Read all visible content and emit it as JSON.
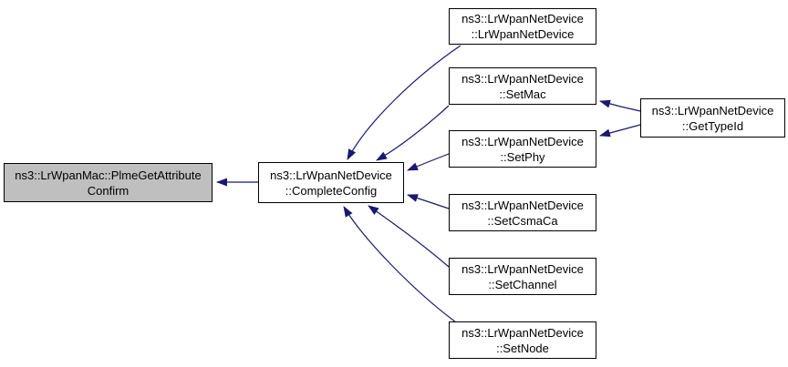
{
  "diagram": {
    "type": "call-graph",
    "background": "#ffffff",
    "edge_color": "#191970",
    "node_border_color": "#000000",
    "node_fill": "#ffffff",
    "highlight_fill": "#bfbfbf",
    "nodes": [
      {
        "id": "plme-get-attribute-confirm",
        "line1": "ns3::LrWpanMac::PlmeGetAttribute",
        "line2": "Confirm",
        "highlighted": true
      },
      {
        "id": "complete-config",
        "line1": "ns3::LrWpanNetDevice",
        "line2": "::CompleteConfig",
        "highlighted": false
      },
      {
        "id": "lrwpan-net-device-constructor",
        "line1": "ns3::LrWpanNetDevice",
        "line2": "::LrWpanNetDevice",
        "highlighted": false
      },
      {
        "id": "set-mac",
        "line1": "ns3::LrWpanNetDevice",
        "line2": "::SetMac",
        "highlighted": false
      },
      {
        "id": "set-phy",
        "line1": "ns3::LrWpanNetDevice",
        "line2": "::SetPhy",
        "highlighted": false
      },
      {
        "id": "set-csma-ca",
        "line1": "ns3::LrWpanNetDevice",
        "line2": "::SetCsmaCa",
        "highlighted": false
      },
      {
        "id": "set-channel",
        "line1": "ns3::LrWpanNetDevice",
        "line2": "::SetChannel",
        "highlighted": false
      },
      {
        "id": "set-node",
        "line1": "ns3::LrWpanNetDevice",
        "line2": "::SetNode",
        "highlighted": false
      },
      {
        "id": "get-type-id",
        "line1": "ns3::LrWpanNetDevice",
        "line2": "::GetTypeId",
        "highlighted": false
      }
    ],
    "edges": [
      {
        "from": "complete-config",
        "to": "plme-get-attribute-confirm"
      },
      {
        "from": "lrwpan-net-device-constructor",
        "to": "complete-config"
      },
      {
        "from": "set-mac",
        "to": "complete-config"
      },
      {
        "from": "set-phy",
        "to": "complete-config"
      },
      {
        "from": "set-csma-ca",
        "to": "complete-config"
      },
      {
        "from": "set-channel",
        "to": "complete-config"
      },
      {
        "from": "set-node",
        "to": "complete-config"
      },
      {
        "from": "get-type-id",
        "to": "set-mac"
      },
      {
        "from": "get-type-id",
        "to": "set-phy"
      }
    ]
  }
}
